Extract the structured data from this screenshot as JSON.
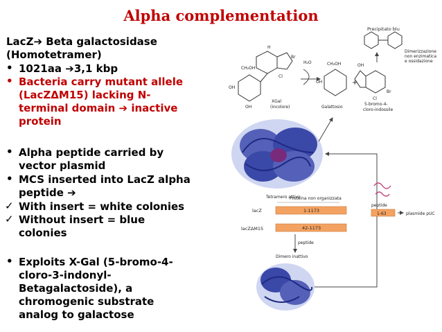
{
  "title": "Alpha complementation",
  "left_text": {
    "lacz_line": "LacZ",
    "lacz_arrow_text": "Beta galactosidase",
    "homotetramer": "(Homotetramer)",
    "b1_a": "1021aa",
    "b1_b": "3,1 kbp",
    "b2_l1": "Bacteria carry mutant allele",
    "b2_l2": "(LacZΔM15) lacking N-",
    "b2_l3a": "terminal domain",
    "b2_l3b": "inactive",
    "b2_l4": "protein",
    "b3_l1": "Alpha peptide carried by",
    "b3_l2": "vector plasmid",
    "b4_l1": "MCS inserted into LacZ alpha",
    "b4_l2": "peptide",
    "c1": "With insert = white colonies",
    "c2_l1": "Without insert = blue",
    "c2_l2": "colonies",
    "b5_l1": "Exploits X-Gal (5-bromo-4-",
    "b5_l2": "cloro-3-indonyl-",
    "b5_l3": "Betagalactoside), a",
    "b5_l4": "chromogenic substrate",
    "b5_l5": "analog to galactose"
  },
  "figure": {
    "precipitato": "Precipitato blu",
    "dimerizzazione_1": "Dimerizzazione",
    "dimerizzazione_2": "non enzimatica",
    "dimerizzazione_3": "e ossidazione",
    "h2o": "H₂O",
    "xgal_1": "XGal",
    "xgal_2": "(incolore)",
    "galattosio": "Galattosio",
    "bromo_1": "5-bromo-4-",
    "bromo_2": "cloro-indossile",
    "tetramero": "Tetramero attivo",
    "proteina": "Proteina non organizzata",
    "lacz_label": "lacZ",
    "lacz_range": "1-1173",
    "laczm15_label": "lacZΔM15",
    "laczm15_range": "42-1173",
    "peptide_small": "peptide",
    "peptide_right": "peptide",
    "peptide_range": "1-63",
    "plasmide": "plasmide pUC",
    "dimero": "Dimero inattivo",
    "cho": "CH₂OH",
    "oh": "OH",
    "nh": "H",
    "br": "Br",
    "cl": "Cl"
  },
  "colors": {
    "title_red": "#c00000",
    "bar_orange": "#f4a261",
    "protein_blue": "#2b3a9e",
    "check_green": "#000000"
  }
}
